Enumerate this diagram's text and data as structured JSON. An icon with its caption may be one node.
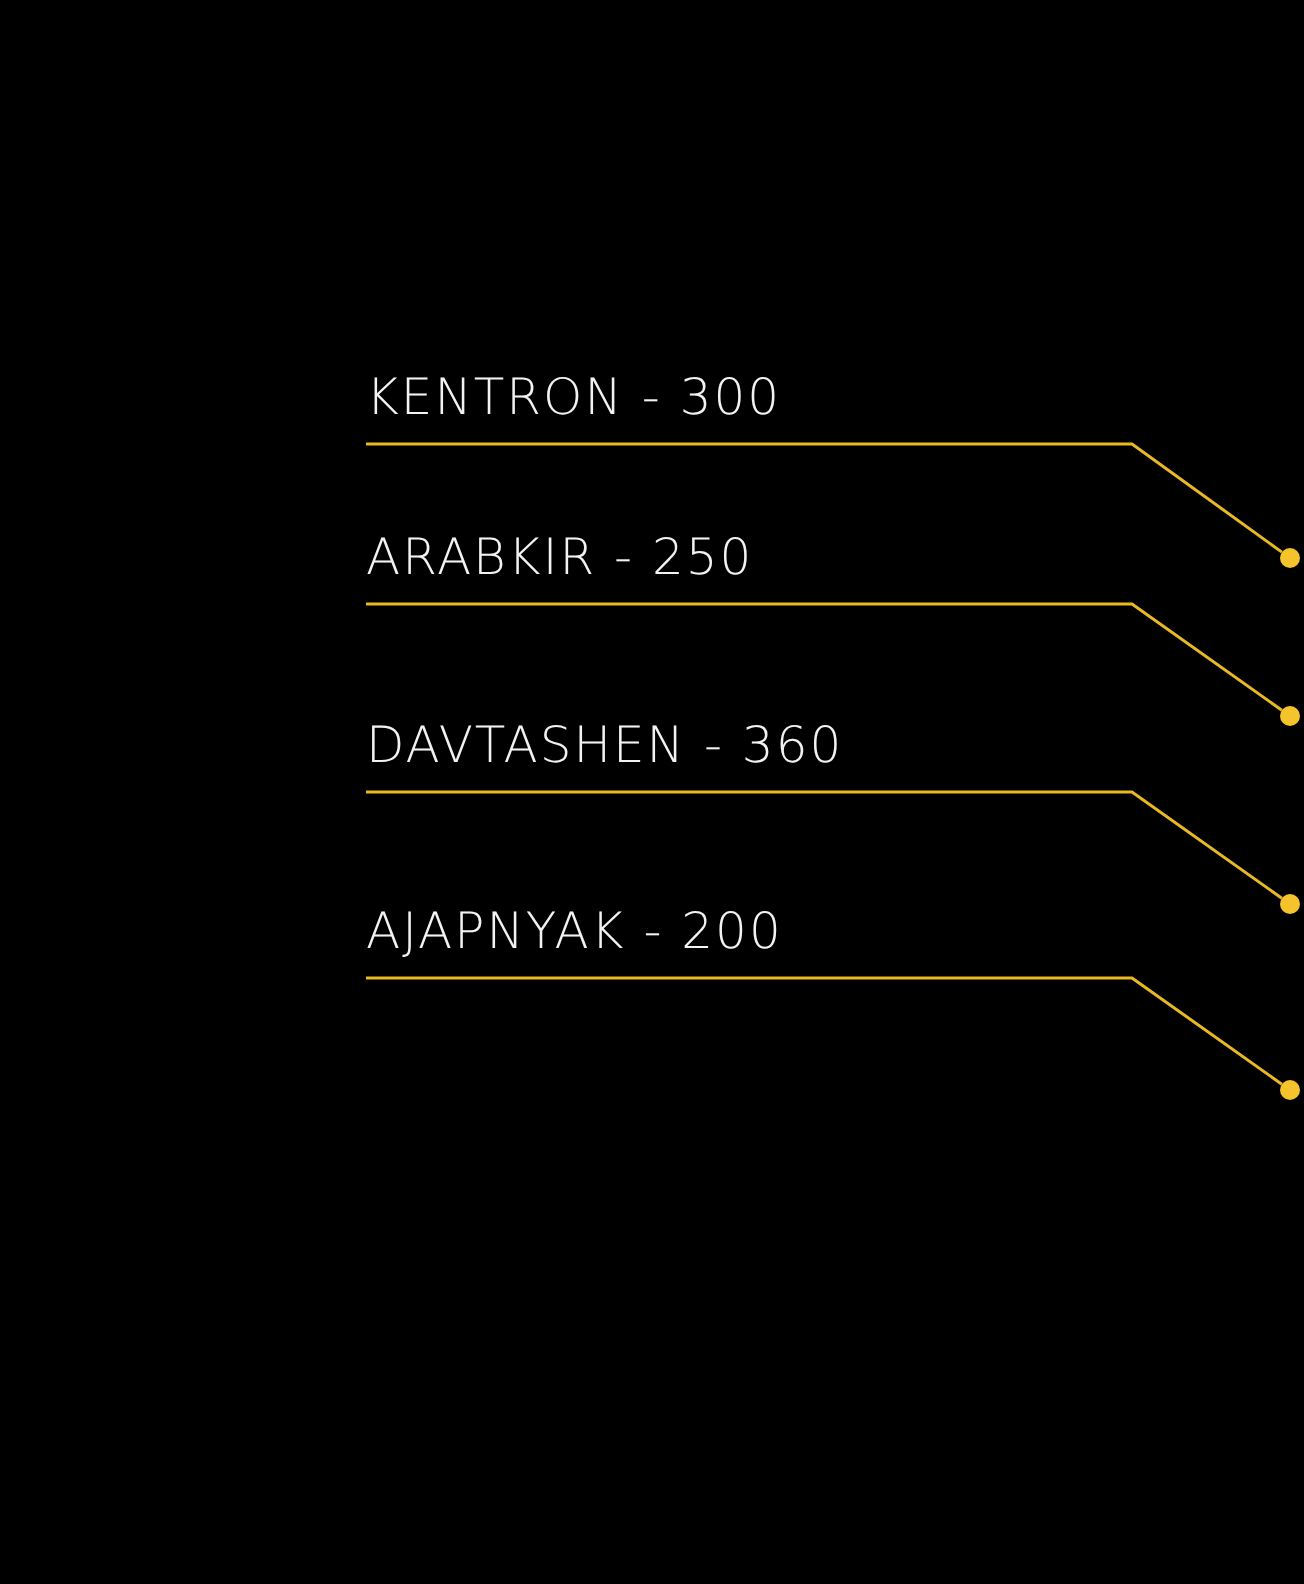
{
  "diagram": {
    "nodes": [
      {
        "text": [
          "KENTRON - 300"
        ]
      },
      {
        "text": [
          "ARABKIR - 250"
        ]
      },
      {
        "text": [
          "DAVTASHEN - 360"
        ]
      },
      {
        "text": [
          "AJAPNYAK - 200"
        ]
      },
      {
        "text": [],
        "shape": "circle"
      },
      {
        "text": [],
        "shape": "circle"
      },
      {
        "text": [],
        "shape": "circle"
      },
      {
        "text": [],
        "shape": "circle"
      }
    ],
    "edges": [
      {
        "from": 0,
        "to": 4,
        "arrow": "none"
      },
      {
        "from": 1,
        "to": 5,
        "arrow": "none"
      },
      {
        "from": 2,
        "to": 6,
        "arrow": "none"
      },
      {
        "from": 3,
        "to": 7,
        "arrow": "none"
      }
    ]
  }
}
